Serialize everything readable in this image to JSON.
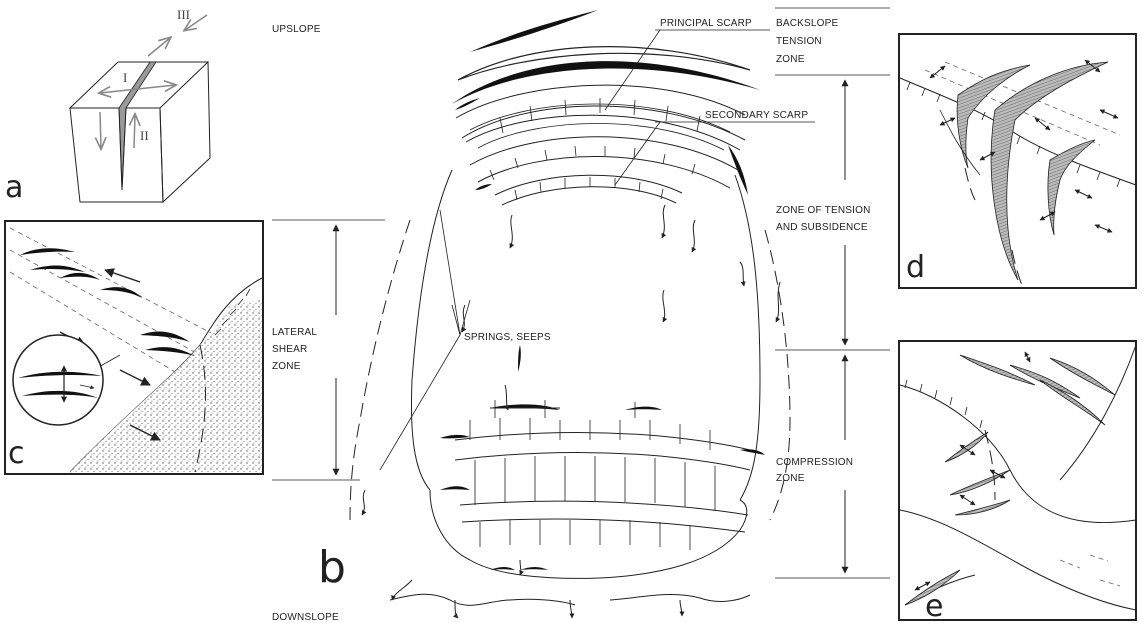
{
  "panel_letters": {
    "a": "a",
    "b": "b",
    "c": "c",
    "d": "d",
    "e": "e"
  },
  "fault_modes": {
    "I": "I",
    "II": "II",
    "III": "III"
  },
  "slope_labels": {
    "up": "UPSLOPE",
    "down": "DOWNSLOPE"
  },
  "callouts": {
    "principal_scarp": "PRINCIPAL SCARP",
    "secondary_scarp": "SECONDARY SCARP",
    "springs_seeps": "SPRINGS, SEEPS"
  },
  "zones": {
    "backslope": [
      "BACKSLOPE",
      "TENSION",
      "ZONE"
    ],
    "tension_subsidence": [
      "ZONE OF TENSION",
      "AND SUBSIDENCE"
    ],
    "compression": [
      "COMPRESSION",
      "ZONE"
    ],
    "lateral_shear": [
      "LATERAL",
      "SHEAR",
      "ZONE"
    ]
  }
}
